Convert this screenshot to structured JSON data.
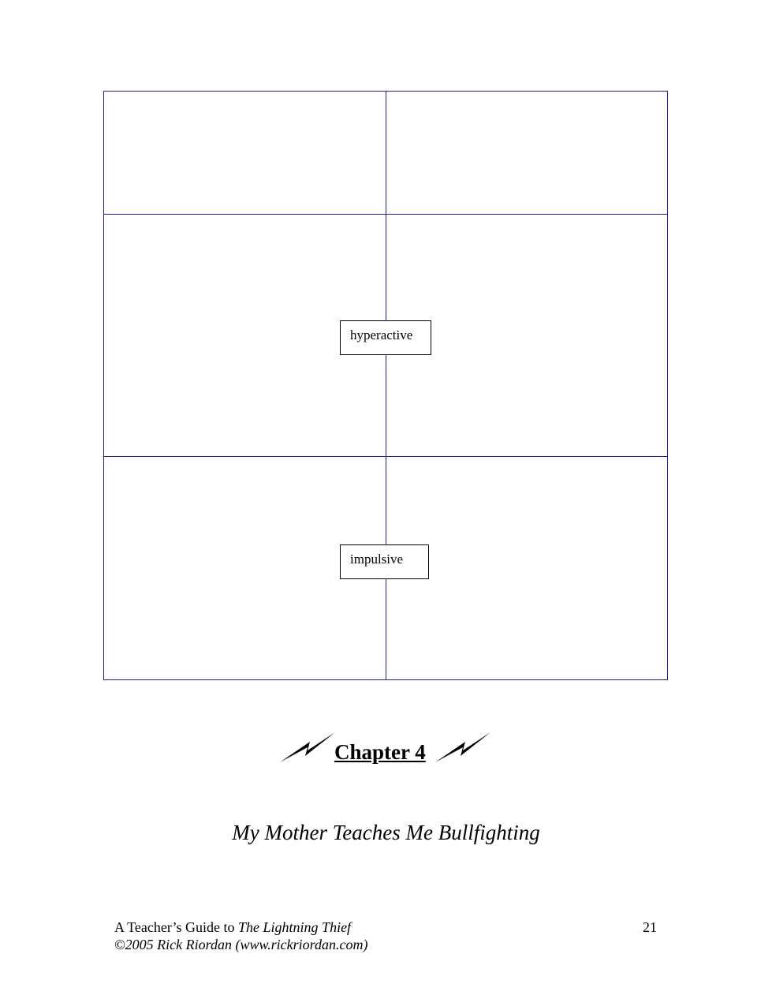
{
  "organizer": {
    "boxes": [
      "hyperactive",
      "impulsive"
    ]
  },
  "chapter": {
    "title": "Chapter 4",
    "subtitle": "My Mother Teaches Me Bullfighting",
    "icon": "lightning-bolt-icon"
  },
  "footer": {
    "guide_prefix": "A Teacher’s Guide to ",
    "book_title": "The Lightning Thief",
    "copyright": "©2005 Rick Riordan (www.rickriordan.com)",
    "page_number": "21"
  }
}
